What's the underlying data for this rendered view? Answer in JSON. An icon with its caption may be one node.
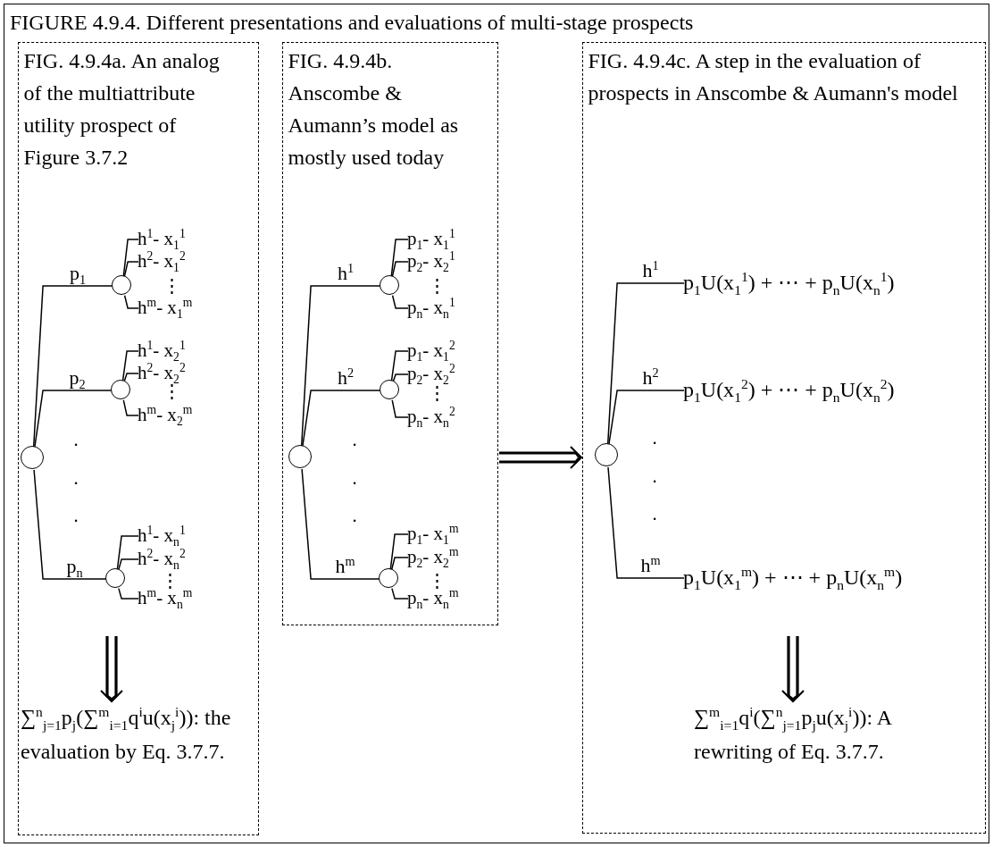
{
  "diagram": {
    "nodes": [
      {
        "text": [
          "FIGURE 4.9.4. Different presentations and evaluations of multi-stage prospects"
        ]
      },
      {
        "text": [
          "FIG. 4.9.4a. An analog of the multiattribute utility prospect of Figure 3.7.2"
        ],
        "in": 0
      },
      {
        "text": [],
        "shape": "circle",
        "in": 1
      },
      {
        "text": [],
        "shape": "circle",
        "in": 1
      },
      {
        "text": [
          "h$^{1}$- x$_{1}$$^{1}$"
        ],
        "in": 1
      },
      {
        "text": [
          "h$^{2}$- x$_{1}$$^{2}$"
        ],
        "in": 1
      },
      {
        "text": [
          "h$^{m}$- x$_{1}$$^{m}$"
        ],
        "in": 1
      },
      {
        "text": [],
        "shape": "circle",
        "in": 1
      },
      {
        "text": [
          "h$^{1}$- x$_{2}$$^{1}$"
        ],
        "in": 1
      },
      {
        "text": [
          "h$^{2}$- x$_{2}$$^{2}$"
        ],
        "in": 1
      },
      {
        "text": [
          "h$^{m}$- x$_{2}$$^{m}$"
        ],
        "in": 1
      },
      {
        "text": [],
        "shape": "circle",
        "in": 1
      },
      {
        "text": [
          "h$^{1}$- x$_{n}$$^{1}$"
        ],
        "in": 1
      },
      {
        "text": [
          "h$^{2}$- x$_{n}$$^{2}$"
        ],
        "in": 1
      },
      {
        "text": [
          "h$^{m}$- x$_{n}$$^{m}$"
        ],
        "in": 1
      },
      {
        "text": [
          "∑$^{n}$$_{j=1}$p$_{j}$(∑$^{m}$$_{i=1}$q$^{i}$u(x$_{j}$$^{i}$)): the evaluation by Eq. 3.7.7."
        ],
        "in": 1
      },
      {
        "text": [
          "FIG. 4.9.4b. Anscombe & Aumann’s model as mostly used today"
        ],
        "in": 0
      },
      {
        "text": [],
        "shape": "circle",
        "in": 16
      },
      {
        "text": [],
        "shape": "circle",
        "in": 16
      },
      {
        "text": [
          "p$_{1}$- x$_{1}$$^{1}$"
        ],
        "in": 16
      },
      {
        "text": [
          "p$_{2}$- x$_{2}$$^{1}$"
        ],
        "in": 16
      },
      {
        "text": [
          "p$_{n}$- x$_{n}$$^{1}$"
        ],
        "in": 16
      },
      {
        "text": [],
        "shape": "circle",
        "in": 16
      },
      {
        "text": [
          "p$_{1}$- x$_{1}$$^{2}$"
        ],
        "in": 16
      },
      {
        "text": [
          "p$_{2}$- x$_{2}$$^{2}$"
        ],
        "in": 16
      },
      {
        "text": [
          "p$_{n}$- x$_{n}$$^{2}$"
        ],
        "in": 16
      },
      {
        "text": [],
        "shape": "circle",
        "in": 16
      },
      {
        "text": [
          "p$_{1}$- x$_{1}$$^{m}$"
        ],
        "in": 16
      },
      {
        "text": [
          "p$_{2}$- x$_{2}$$^{m}$"
        ],
        "in": 16
      },
      {
        "text": [
          "p$_{n}$- x$_{n}$$^{m}$"
        ],
        "in": 16
      },
      {
        "text": [
          "FIG. 4.9.4c. A step in the evaluation of prospects in Anscombe & Aumann's model"
        ],
        "in": 0
      },
      {
        "text": [],
        "shape": "circle",
        "in": 30
      },
      {
        "text": [
          "p$_{1}$U(x$_{1}$$^{1}$) + ⋯ + p$_{n}$U(x$_{n}$$^{1}$)"
        ],
        "in": 30
      },
      {
        "text": [
          "p$_{1}$U(x$_{1}$$^{2}$) + ⋯ + p$_{n}$U(x$_{n}$$^{2}$)"
        ],
        "in": 30
      },
      {
        "text": [
          "p$_{1}$U(x$_{1}$$^{m}$) + ⋯ + p$_{n}$U(x$_{n}$$^{m}$)"
        ],
        "in": 30
      },
      {
        "text": [
          "∑$^{m}$$_{i=1}$q$^{i}$(∑$^{n}$$_{j=1}$p$_{j}$u(x$_{j}$$^{i}$)): A rewriting of Eq. 3.7.7."
        ],
        "in": 30
      }
    ],
    "edges": [
      {
        "from": 2,
        "to": 3,
        "arrow": "none",
        "label": "p$_{1}$"
      },
      {
        "from": 3,
        "to": 4,
        "arrow": "none"
      },
      {
        "from": 3,
        "to": 5,
        "arrow": "none"
      },
      {
        "from": 3,
        "to": 6,
        "arrow": "none"
      },
      {
        "from": 2,
        "to": 7,
        "arrow": "none",
        "label": "p$_{2}$"
      },
      {
        "from": 7,
        "to": 8,
        "arrow": "none"
      },
      {
        "from": 7,
        "to": 9,
        "arrow": "none"
      },
      {
        "from": 7,
        "to": 10,
        "arrow": "none"
      },
      {
        "from": 2,
        "to": 11,
        "arrow": "none",
        "label": "p$_{n}$"
      },
      {
        "from": 11,
        "to": 12,
        "arrow": "none"
      },
      {
        "from": 11,
        "to": 13,
        "arrow": "none"
      },
      {
        "from": 11,
        "to": 14,
        "arrow": "none"
      },
      {
        "from": null,
        "to": 15,
        "arrow": "to",
        "style": "thick"
      },
      {
        "from": 17,
        "to": 18,
        "arrow": "none",
        "label": "h$^{1}$"
      },
      {
        "from": 18,
        "to": 19,
        "arrow": "none"
      },
      {
        "from": 18,
        "to": 20,
        "arrow": "none"
      },
      {
        "from": 18,
        "to": 21,
        "arrow": "none"
      },
      {
        "from": 17,
        "to": 22,
        "arrow": "none",
        "label": "h$^{2}$"
      },
      {
        "from": 22,
        "to": 23,
        "arrow": "none"
      },
      {
        "from": 22,
        "to": 24,
        "arrow": "none"
      },
      {
        "from": 22,
        "to": 25,
        "arrow": "none"
      },
      {
        "from": 17,
        "to": 26,
        "arrow": "none",
        "label": "h$^{m}$"
      },
      {
        "from": 26,
        "to": 27,
        "arrow": "none"
      },
      {
        "from": 26,
        "to": 28,
        "arrow": "none"
      },
      {
        "from": 26,
        "to": 29,
        "arrow": "none"
      },
      {
        "from": 16,
        "to": 30,
        "arrow": "to",
        "style": "thick"
      },
      {
        "from": 31,
        "to": 32,
        "arrow": "none",
        "label": "h$^{1}$"
      },
      {
        "from": 31,
        "to": 33,
        "arrow": "none",
        "label": "h$^{2}$"
      },
      {
        "from": 31,
        "to": 34,
        "arrow": "none",
        "label": "h$^{m}$"
      },
      {
        "from": null,
        "to": 35,
        "arrow": "to",
        "style": "thick"
      }
    ],
    "labels": [
      "⋮",
      "⋮",
      ".",
      ".",
      ".",
      "⋮",
      "⋮",
      "⋮",
      ".",
      ".",
      ".",
      "⋮",
      ".",
      ".",
      "."
    ]
  }
}
